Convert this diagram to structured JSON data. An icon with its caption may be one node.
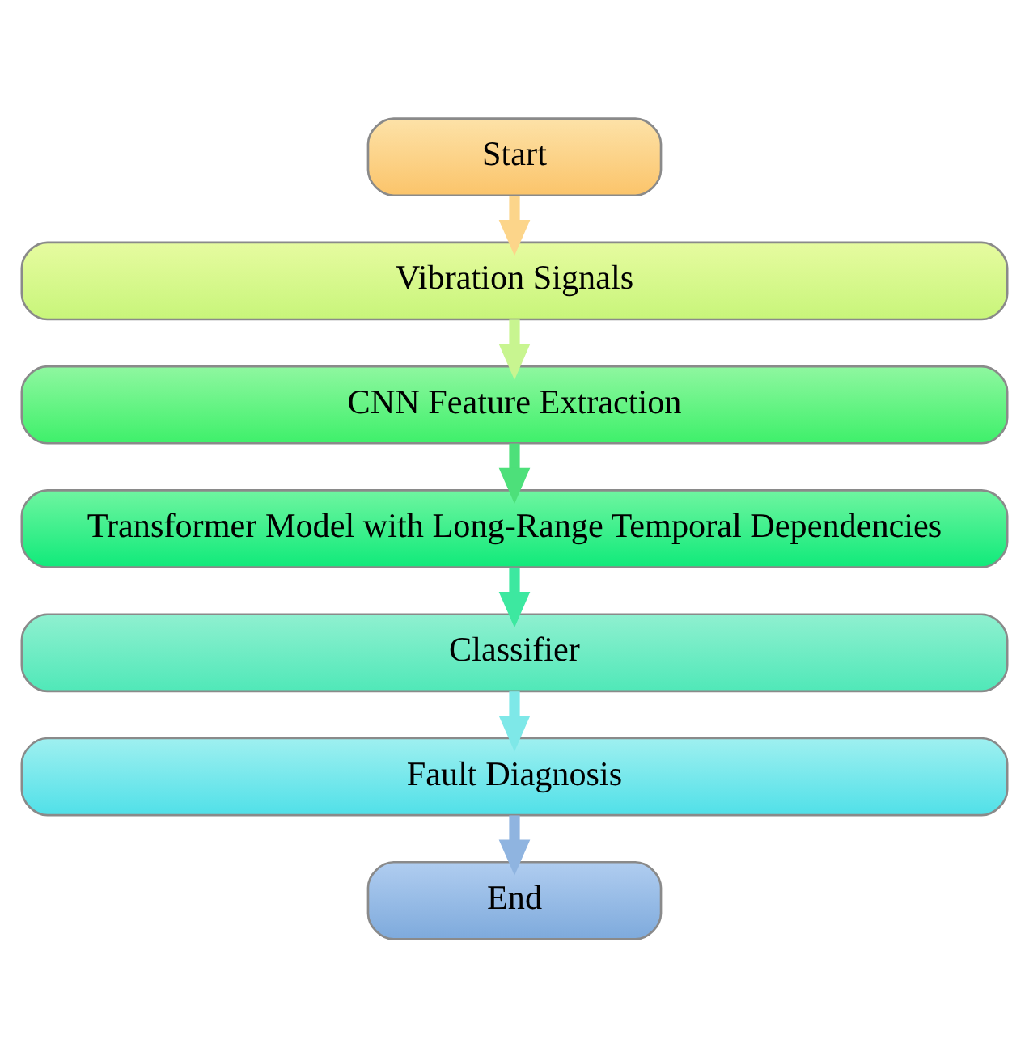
{
  "diagram": {
    "nodes": [
      {
        "text": [
          "Start"
        ]
      },
      {
        "text": [
          "Vibration Signals"
        ]
      },
      {
        "text": [
          "CNN Feature Extraction"
        ]
      },
      {
        "text": [
          "Transformer Model with Long-Range Temporal Dependencies"
        ]
      },
      {
        "text": [
          "Classifier"
        ]
      },
      {
        "text": [
          "Fault Diagnosis"
        ]
      },
      {
        "text": [
          "End"
        ]
      }
    ],
    "edges": [
      {
        "from": 0,
        "to": 1,
        "arrow": "to",
        "color": "#fcd58a"
      },
      {
        "from": 1,
        "to": 2,
        "arrow": "to",
        "color": "#c8f590"
      },
      {
        "from": 2,
        "to": 3,
        "arrow": "to",
        "color": "#4de07a"
      },
      {
        "from": 3,
        "to": 4,
        "arrow": "to",
        "color": "#3de8a0"
      },
      {
        "from": 4,
        "to": 5,
        "arrow": "to",
        "color": "#7ee8e8"
      },
      {
        "from": 5,
        "to": 6,
        "arrow": "to",
        "color": "#8fb4e0"
      }
    ]
  }
}
